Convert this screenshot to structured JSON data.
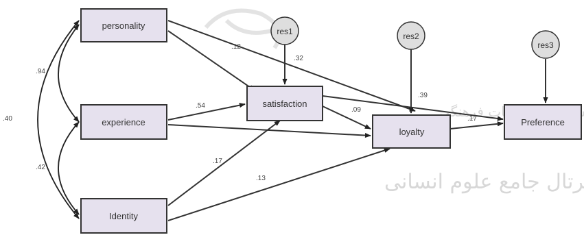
{
  "nodes": {
    "personality": "personality",
    "experience": "experience",
    "identity": "Identity",
    "satisfaction": "satisfaction",
    "loyalty": "loyalty",
    "preference": "Preference",
    "res1": "res1",
    "res2": "res2",
    "res3": "res3"
  },
  "coefficients": {
    "personality_satisfaction": ".12",
    "personality_preference": ".32",
    "experience_satisfaction": ".54",
    "identity_satisfaction": ".17",
    "identity_loyalty": ".13",
    "satisfaction_loyalty": ".09",
    "satisfaction_preference": ".39",
    "loyalty_preference": ".17",
    "cov_personality_experience": ".94",
    "cov_personality_identity": ".40",
    "cov_experience_identity": ".42"
  },
  "watermark": {
    "line1": "پژوهشگاه علوم انسانی و مطالعات فرهنگی",
    "line2": "پرتال جامع علوم انسانی"
  },
  "colors": {
    "box_fill": "#e6e1ee",
    "circle_fill": "#dedede",
    "stroke": "#333333"
  }
}
